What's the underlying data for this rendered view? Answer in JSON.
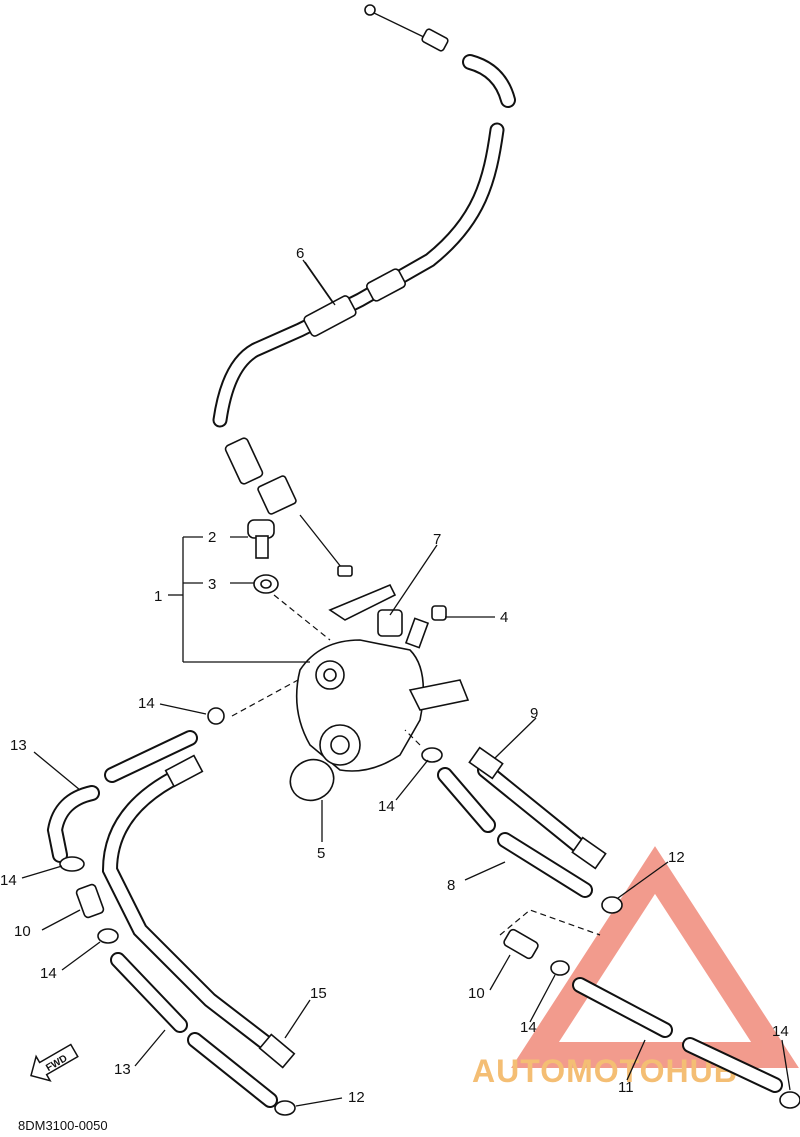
{
  "diagram": {
    "callouts": {
      "c1": "1",
      "c2": "2",
      "c3": "3",
      "c4": "4",
      "c5": "5",
      "c6": "6",
      "c7": "7",
      "c8": "8",
      "c9": "9",
      "c10a": "10",
      "c10b": "10",
      "c11": "11",
      "c12a": "12",
      "c12b": "12",
      "c13a": "13",
      "c13b": "13",
      "c14a": "14",
      "c14b": "14",
      "c14c": "14",
      "c14d": "14",
      "c14e": "14",
      "c14f": "14",
      "c15": "15"
    },
    "fwd_label": "FWD",
    "diagram_code": "8DM3100-0050",
    "watermark": {
      "brand": "AUTOMOTOHUB",
      "color_primary": "#f08a7a",
      "color_secondary": "#f3b35c"
    }
  }
}
